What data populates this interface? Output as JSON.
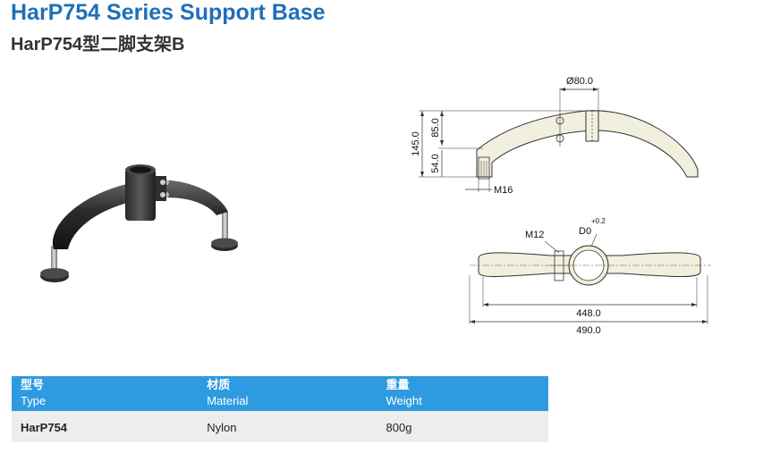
{
  "header": {
    "title": "HarP754 Series Support Base",
    "subtitle": "HarP754型二脚支架B"
  },
  "drawing": {
    "side_view": {
      "diameter": "Ø80.0",
      "height_total": "145.0",
      "height_upper": "85.0",
      "height_lower": "54.0",
      "thread": "M16"
    },
    "top_view": {
      "thread": "M12",
      "bore_label": "D0",
      "bore_tolerance": "+0.2",
      "inner_length": "448.0",
      "outer_length": "490.0"
    }
  },
  "table": {
    "columns": [
      {
        "cn": "型号",
        "en": "Type"
      },
      {
        "cn": "材质",
        "en": "Material"
      },
      {
        "cn": "重量",
        "en": "Weight"
      }
    ],
    "rows": [
      {
        "type": "HarP754",
        "material": "Nylon",
        "weight": "800g"
      }
    ]
  },
  "colors": {
    "title": "#1f6fb8",
    "table_header": "#2e9be0",
    "table_row": "#ededed",
    "drawing_fill": "#f1f0de"
  }
}
